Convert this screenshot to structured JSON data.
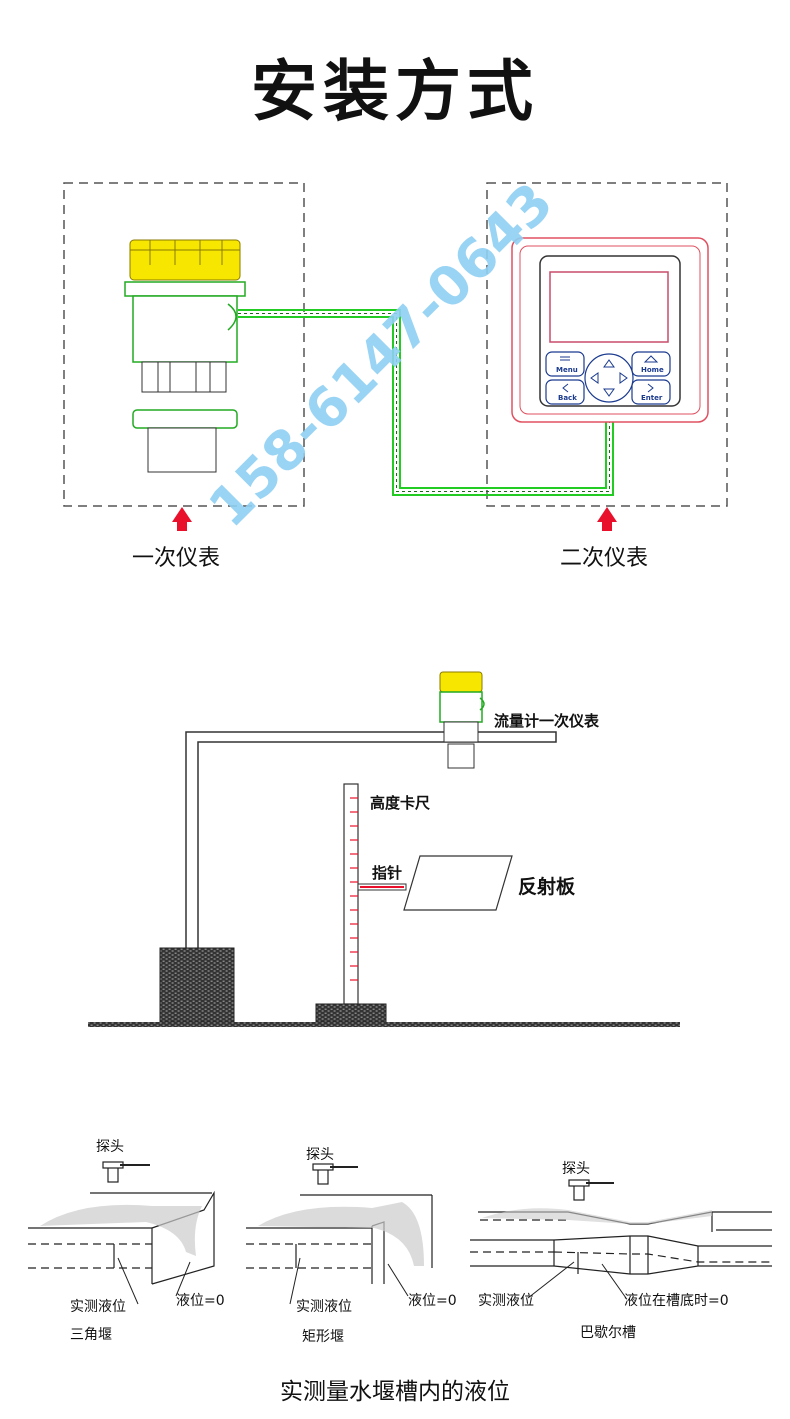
{
  "page": {
    "title": "安装方式",
    "bottom_caption": "实测量水堰槽内的液位"
  },
  "section1": {
    "primary_label": "一次仪表",
    "secondary_label": "二次仪表",
    "keys": {
      "menu": "Menu",
      "home": "Home",
      "back": "Back",
      "enter": "Enter"
    },
    "watermark": "158-6147-0643"
  },
  "section2": {
    "flowmeter_label": "流量计一次仪表",
    "ruler_label": "高度卡尺",
    "pointer_label": "指针",
    "reflector_label": "反射板"
  },
  "section3": {
    "weirs": [
      {
        "name": "三角堰",
        "probe": "探头",
        "measured": "实测液位",
        "zero": "液位=0"
      },
      {
        "name": "矩形堰",
        "probe": "探头",
        "measured": "实测液位",
        "zero": "液位=0"
      },
      {
        "name": "巴歇尔槽",
        "probe": "探头",
        "measured": "实测液位",
        "zero": "液位在槽底时=0"
      }
    ]
  },
  "colors": {
    "sensor_cap": "#f7e600",
    "sensor_body": "#22dd22",
    "cable": "#22dd22",
    "controller_outer": "#e05060",
    "arrow": "#e8102a",
    "watermark": "#8fd0f3",
    "key_outline": "#1a3a8f"
  }
}
